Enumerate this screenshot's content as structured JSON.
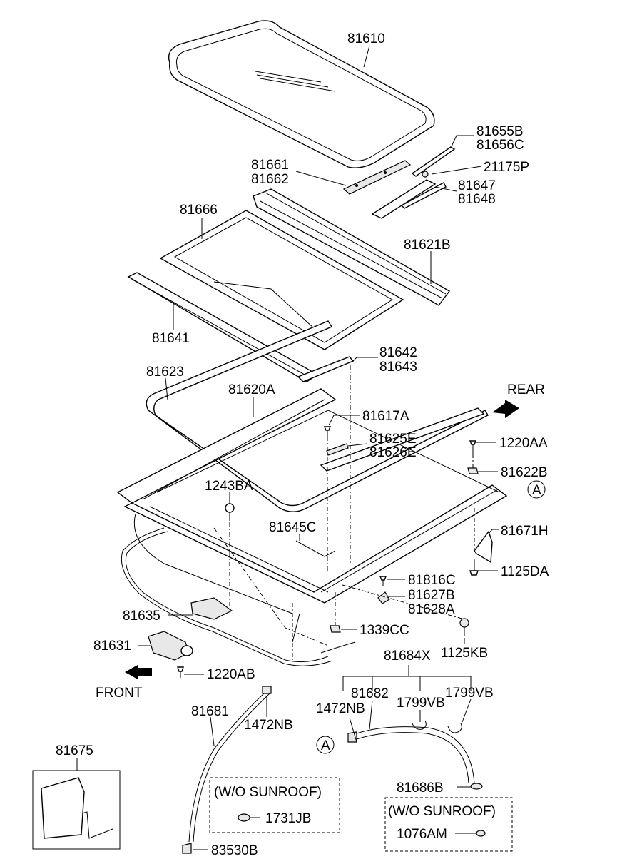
{
  "labels": {
    "p81610": "81610",
    "p81655B": "81655B",
    "p81656C": "81656C",
    "p81661": "81661",
    "p81662": "81662",
    "p21175P": "21175P",
    "p81647": "81647",
    "p81648": "81648",
    "p81666": "81666",
    "p81621B": "81621B",
    "p81641": "81641",
    "p81642": "81642",
    "p81643": "81643",
    "p81623": "81623",
    "p81620A": "81620A",
    "rear": "REAR",
    "p81617A": "81617A",
    "p81625E": "81625E",
    "p81626E": "81626E",
    "p1220AA": "1220AA",
    "p81622B": "81622B",
    "p1243BA": "1243BA",
    "refA1": "A",
    "p81645C": "81645C",
    "p81671H": "81671H",
    "p1125DA": "1125DA",
    "p81816C": "81816C",
    "p81627B": "81627B",
    "p81628A": "81628A",
    "p81635": "81635",
    "p1339CC": "1339CC",
    "p81684X": "81684X",
    "p81631": "81631",
    "p1125KB": "1125KB",
    "p1220AB": "1220AB",
    "front": "FRONT",
    "p81682": "81682",
    "p1799VB_1": "1799VB",
    "p1799VB_2": "1799VB",
    "p1472NB_1": "1472NB",
    "p81681": "81681",
    "p1472NB_2": "1472NB",
    "refA2": "A",
    "p81675": "81675",
    "wo_sunroof_1": "(W/O SUNROOF)",
    "p1731JB": "1731JB",
    "p81686B": "81686B",
    "wo_sunroof_2": "(W/O SUNROOF)",
    "p1076AM": "1076AM",
    "p83530B": "83530B"
  }
}
